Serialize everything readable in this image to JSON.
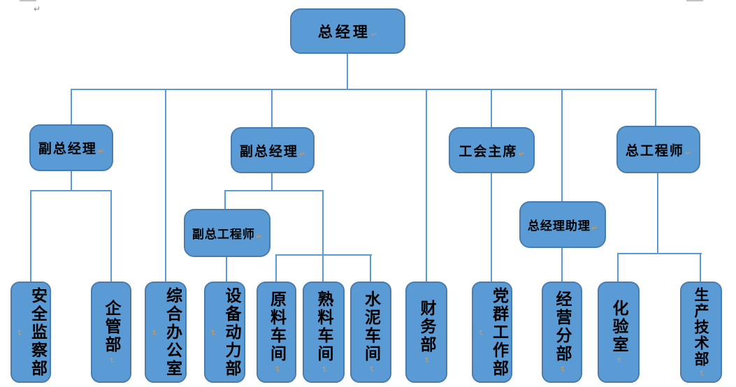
{
  "org_chart": {
    "root": {
      "label": "总经理"
    },
    "level2": [
      {
        "label": "副总经理"
      },
      {
        "label": "副总经理"
      },
      {
        "label": "工会主席"
      },
      {
        "label": "总工程师"
      }
    ],
    "level3": [
      {
        "label": "副总工程师"
      },
      {
        "label": "总经理助理"
      }
    ],
    "departments": [
      {
        "label": "安全监察部"
      },
      {
        "label": "企管部"
      },
      {
        "label": "综合办公室"
      },
      {
        "label": "设备动力部"
      },
      {
        "label": "原料车间"
      },
      {
        "label": "熟料车间"
      },
      {
        "label": "水泥车间"
      },
      {
        "label": "财务部"
      },
      {
        "label": "党群工作部"
      },
      {
        "label": "经营分部"
      },
      {
        "label": "化验室"
      },
      {
        "label": "生产技术部"
      }
    ]
  },
  "marks": {
    "return_mark": "↵"
  },
  "colors": {
    "box_fill": "#5b9bd5",
    "box_border": "#4a7cae",
    "connector": "#5b9bd5",
    "return_mark_color": "#c49a6c",
    "page_mark_color": "#c2c2c2"
  }
}
